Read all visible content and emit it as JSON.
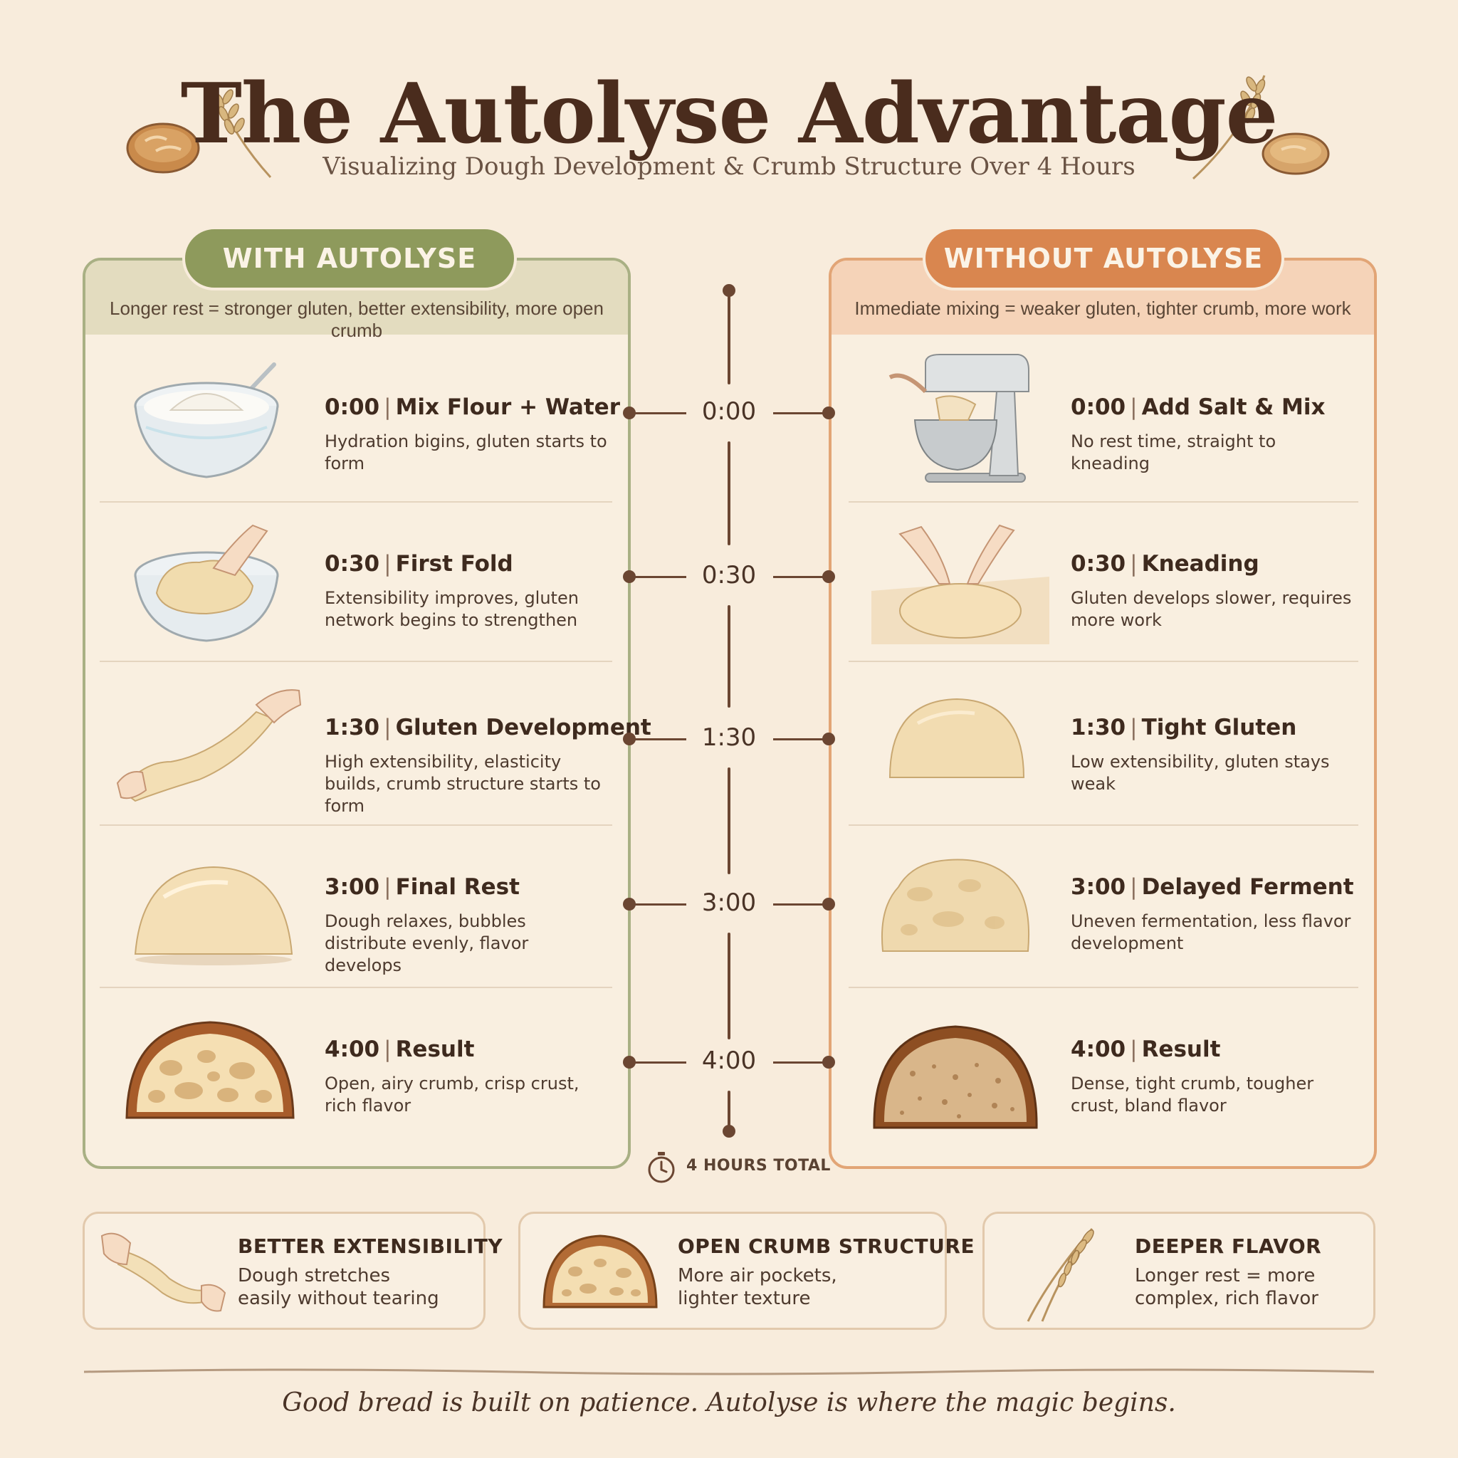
{
  "header": {
    "title": "The Autolyse Advantage",
    "subtitle": "Visualizing Dough Development & Crumb Structure Over 4 Hours"
  },
  "left": {
    "label": "WITH AUTOLYSE",
    "tagline": "Longer rest = stronger gluten, better extensibility, more open crumb",
    "accent": "#8e9a5c",
    "steps": [
      {
        "time": "0:00",
        "name": "Mix Flour + Water",
        "desc": "Hydration bigins, gluten starts to form",
        "icon": "flour-bowl-icon"
      },
      {
        "time": "0:30",
        "name": "First Fold",
        "desc": "Extensibility improves, gluten network begins to strengthen",
        "icon": "dough-fold-icon"
      },
      {
        "time": "1:30",
        "name": "Gluten Development",
        "desc": "High extensibility, elasticity builds, crumb structure starts to form",
        "icon": "dough-stretch-icon"
      },
      {
        "time": "3:00",
        "name": "Final Rest",
        "desc": "Dough relaxes, bubbles distribute evenly, flavor develops",
        "icon": "dough-ball-icon"
      },
      {
        "time": "4:00",
        "name": "Result",
        "desc": "Open, airy crumb, crisp crust, rich flavor",
        "icon": "open-crumb-loaf-icon"
      }
    ]
  },
  "right": {
    "label": "WITHOUT AUTOLYSE",
    "tagline": "Immediate mixing = weaker gluten, tighter crumb, more work",
    "accent": "#d9864f",
    "steps": [
      {
        "time": "0:00",
        "name": "Add Salt & Mix",
        "desc": "No rest time, straight to kneading",
        "icon": "stand-mixer-icon"
      },
      {
        "time": "0:30",
        "name": "Kneading",
        "desc": "Gluten develops slower, requires more work",
        "icon": "kneading-hands-icon"
      },
      {
        "time": "1:30",
        "name": "Tight Gluten",
        "desc": "Low extensibility, gluten stays weak",
        "icon": "tight-dough-icon"
      },
      {
        "time": "3:00",
        "name": "Delayed Ferment",
        "desc": "Uneven fermentation, less flavor development",
        "icon": "lumpy-dough-icon"
      },
      {
        "time": "4:00",
        "name": "Result",
        "desc": "Dense, tight crumb, tougher crust, bland flavor",
        "icon": "dense-crumb-loaf-icon"
      }
    ]
  },
  "timeline": {
    "ticks": [
      "0:00",
      "0:30",
      "1:30",
      "3:00",
      "4:00"
    ],
    "total": "4 HOURS TOTAL"
  },
  "benefits": [
    {
      "title": "BETTER EXTENSIBILITY",
      "desc": "Dough stretches easily without tearing",
      "icon": "stretch-hands-icon"
    },
    {
      "title": "OPEN CRUMB STRUCTURE",
      "desc": "More air pockets, lighter texture",
      "icon": "crumb-slice-icon"
    },
    {
      "title": "DEEPER FLAVOR",
      "desc": "Longer rest = more complex, rich flavor",
      "icon": "wheat-icon"
    }
  ],
  "footer": {
    "quote": "Good bread is built on patience. Autolyse is where the magic begins."
  },
  "colors": {
    "background": "#f8ecdc",
    "heading": "#4a2c1d",
    "timeline": "#6b4632"
  }
}
